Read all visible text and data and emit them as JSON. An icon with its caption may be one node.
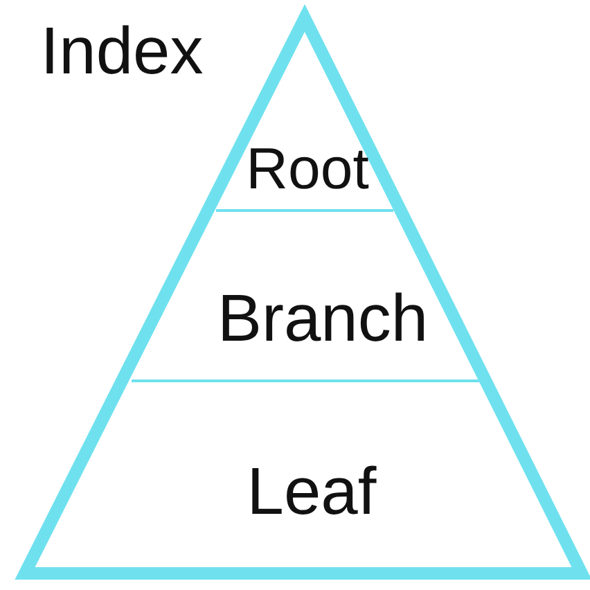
{
  "diagram": {
    "nodes": [
      {
        "text": [
          "Index"
        ]
      },
      {
        "text": [
          "Root"
        ],
        "in": 0
      },
      {
        "text": [
          "Branch"
        ],
        "in": 0
      },
      {
        "text": [
          "Leaf"
        ],
        "in": 0
      }
    ]
  }
}
